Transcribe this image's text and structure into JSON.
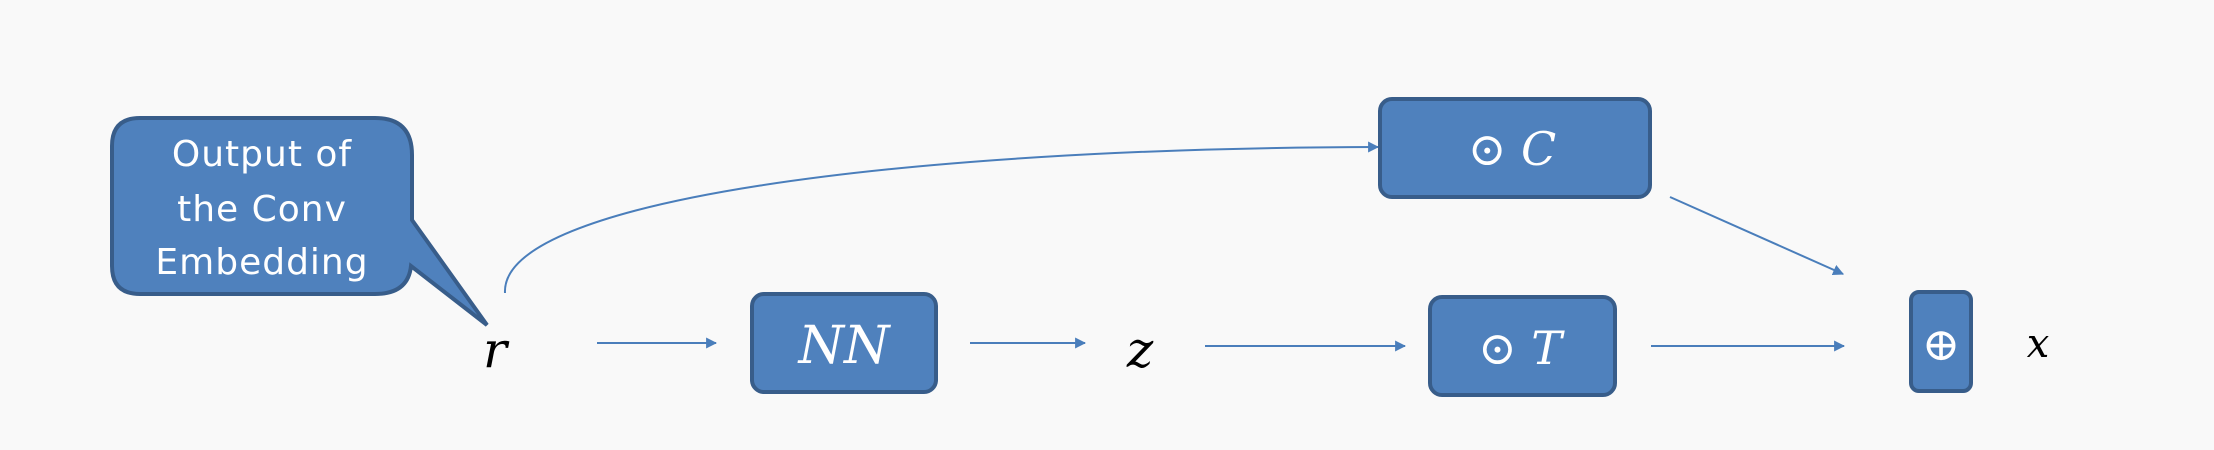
{
  "colors": {
    "box_fill": "#4f81bd",
    "box_stroke": "#385d8a",
    "arrow": "#4a7ebb",
    "background": "#f9f9f9"
  },
  "callout": {
    "lines": [
      "Output of",
      "the Conv",
      "Embedding"
    ]
  },
  "nodes": {
    "input_var": "r",
    "nn_box": "NN",
    "latent_var": "z",
    "scale_box": "⊙ C",
    "transform_box": "⊙ T",
    "add_box": "⊕",
    "output_var": "x"
  }
}
